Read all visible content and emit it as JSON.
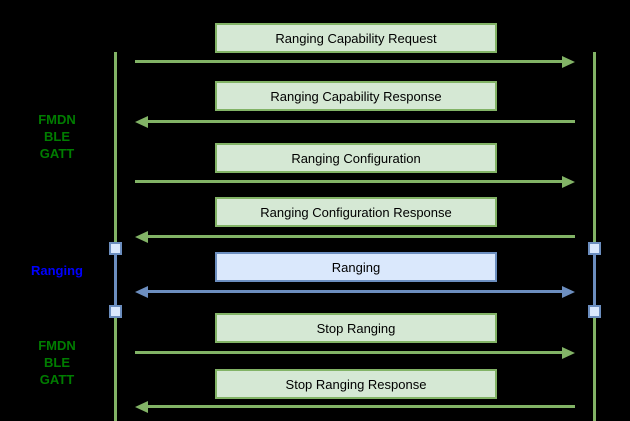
{
  "colors": {
    "background": "#000000",
    "green-fill": "#d5e8d4",
    "green-stroke": "#82b366",
    "blue-fill": "#dae8fc",
    "blue-stroke": "#6c8ebf",
    "label-green": "#007d00",
    "label-blue": "#0000ff",
    "message-text": "#000000"
  },
  "labels": {
    "gatt_top": {
      "lines": [
        "FMDN",
        "BLE",
        "GATT"
      ]
    },
    "ranging": {
      "lines": [
        "Ranging"
      ]
    },
    "gatt_bottom": {
      "lines": [
        "FMDN",
        "BLE",
        "GATT"
      ]
    }
  },
  "messages": [
    {
      "label": "Ranging Capability Request",
      "direction": "right",
      "style": "green"
    },
    {
      "label": "Ranging Capability Response",
      "direction": "left",
      "style": "green"
    },
    {
      "label": "Ranging Configuration",
      "direction": "right",
      "style": "green"
    },
    {
      "label": "Ranging Configuration Response",
      "direction": "left",
      "style": "green"
    },
    {
      "label": "Ranging",
      "direction": "both",
      "style": "blue"
    },
    {
      "label": "Stop Ranging",
      "direction": "right",
      "style": "green"
    },
    {
      "label": "Stop Ranging Response",
      "direction": "left",
      "style": "green"
    }
  ]
}
